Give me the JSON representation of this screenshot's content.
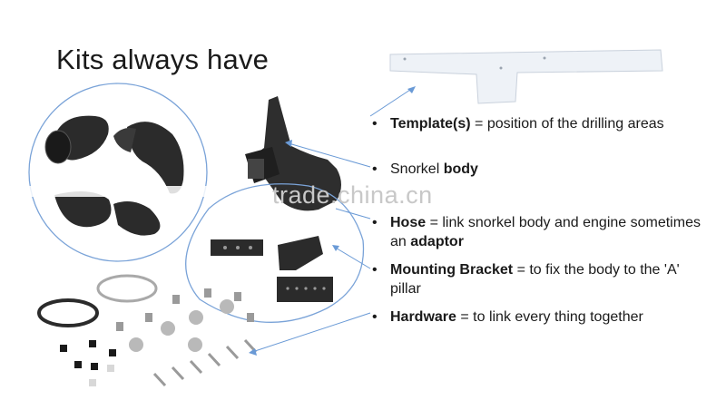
{
  "title": "Kits always have",
  "watermark": "trade.china.cn",
  "bullets": [
    {
      "dot": "•",
      "bold": "Template(s)",
      "rest": " = position of the drilling areas",
      "rest2": ""
    },
    {
      "dot": "•",
      "pre": "Snorkel ",
      "bold": "body"
    },
    {
      "dot": "•",
      "bold": "Hose",
      "rest": " = link snorkel body and engine sometimes an ",
      "bold2": "adaptor"
    },
    {
      "dot": "•",
      "bold": "Mounting Bracket",
      "rest": " = to fix the body to the 'A' pillar"
    },
    {
      "dot": "•",
      "bold": "Hardware",
      "rest": " = to link every thing together"
    }
  ],
  "colors": {
    "accent": "#6a9ad6",
    "part": "#2b2b2b",
    "template": "#e9eef5"
  },
  "icons": [
    "template-image",
    "snorkel-body-image",
    "hose-image",
    "mounting-bracket-image",
    "hardware-image"
  ]
}
